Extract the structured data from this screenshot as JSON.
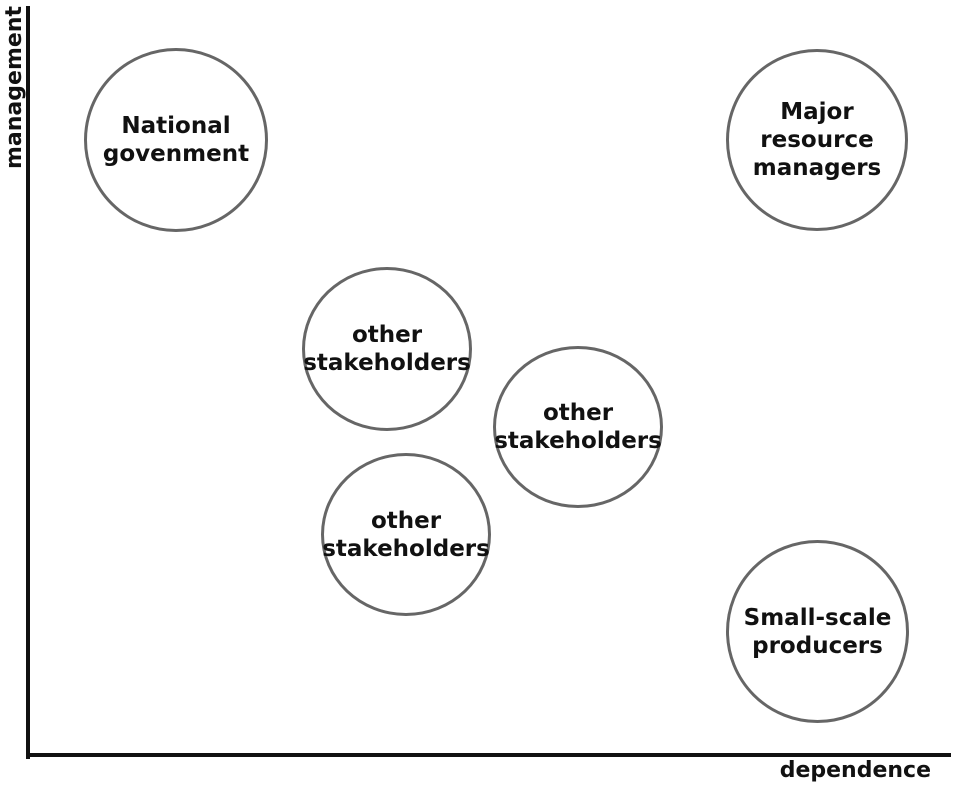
{
  "axes": {
    "y_label": "management",
    "x_label": "dependence",
    "line_color": "#111111"
  },
  "nodes": [
    {
      "label": "National\ngovenment"
    },
    {
      "label": "Major\nresource\nmanagers"
    },
    {
      "label": "other\nstakeholders"
    },
    {
      "label": "other\nstakeholders"
    },
    {
      "label": "other\nstakeholders"
    },
    {
      "label": "Small-scale\nproducers"
    }
  ],
  "colors": {
    "circle_border": "#666666",
    "text": "#111111",
    "background": "#ffffff"
  }
}
